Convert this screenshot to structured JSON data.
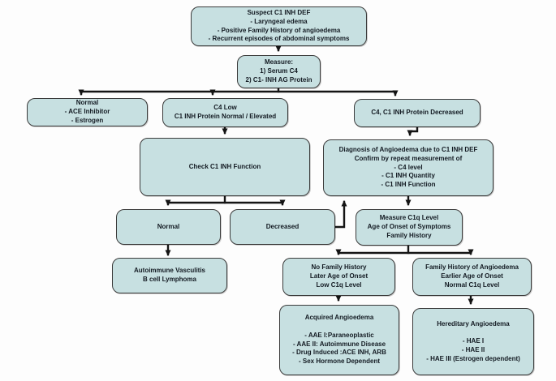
{
  "colors": {
    "bg": "#fdfdfd",
    "node-fill": "#c7e0e1",
    "node-border": "#3a3a3a",
    "edge": "#141414",
    "text": "#131a22"
  },
  "nodes": {
    "suspect": {
      "lines": [
        "Suspect C1 INH DEF",
        "- Laryngeal edema",
        "- Positive Family History of angioedema",
        "- Recurrent episodes of abdominal symptoms"
      ]
    },
    "measure": {
      "lines": [
        "Measure:",
        "1) Serum C4",
        "2) C1- INH AG Protein"
      ]
    },
    "normal_meds": {
      "lines": [
        "Normal",
        "- ACE Inhibitor",
        "- Estrogen"
      ]
    },
    "c4_low": {
      "lines": [
        "C4 Low",
        "C1 INH Protein Normal / Elevated"
      ]
    },
    "c4_c1_decreased": {
      "lines": [
        "C4, C1 INH Protein Decreased"
      ]
    },
    "check_function": {
      "lines": [
        "Check C1 INH Function"
      ]
    },
    "diagnosis": {
      "lines": [
        "Diagnosis of Angioedema due to C1 INH DEF",
        "Confirm by repeat measurement of",
        "- C4 level",
        "- C1 INH Quantity",
        "- C1 INH Function"
      ]
    },
    "function_normal": {
      "lines": [
        "Normal"
      ]
    },
    "function_decreased": {
      "lines": [
        "Decreased"
      ]
    },
    "measure_c1q": {
      "lines": [
        "Measure C1q Level",
        "Age of Onset of Symptoms",
        "Family History"
      ]
    },
    "autoimmune": {
      "lines": [
        "Autoimmune Vasculitis",
        "B cell Lymphoma"
      ]
    },
    "no_family": {
      "lines": [
        "No Family History",
        "Later Age of Onset",
        "Low C1q Level"
      ]
    },
    "family": {
      "lines": [
        "Family History of Angioedema",
        "Earlier Age of Onset",
        "Normal C1q Level"
      ]
    },
    "acquired": {
      "lines": [
        "Acquired Angioedema",
        "",
        "- AAE I:Paraneoplastic",
        "- AAE II: Autoimmune Disease",
        "- Drug Induced :ACE INH, ARB",
        "- Sex Hormone Dependent"
      ]
    },
    "hereditary": {
      "lines": [
        "Hereditary Angioedema",
        "",
        "- HAE I",
        "- HAE II",
        "- HAE III (Estrogen dependent)"
      ]
    }
  }
}
